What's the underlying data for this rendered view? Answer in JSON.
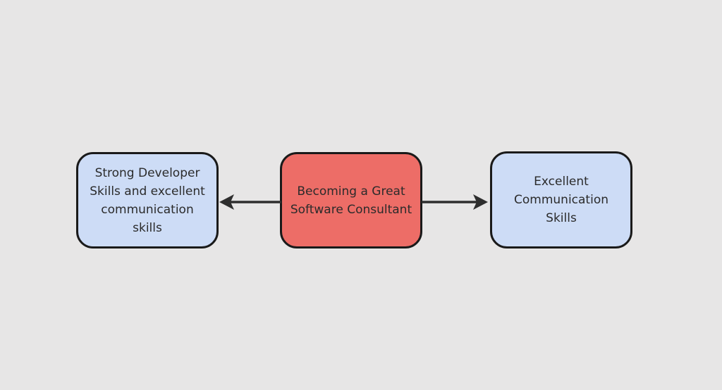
{
  "diagram": {
    "colors": {
      "background": "#e7e6e6",
      "node_border": "#1a1a1a",
      "arrow": "#2e2e2e",
      "text": "#2b2b2b",
      "blue_fill": "#cddcf6",
      "red_fill": "#ed6d67"
    },
    "nodes": {
      "left": {
        "lines": [
          "Strong Developer",
          "Skills and excellent",
          "communication skills"
        ]
      },
      "center": {
        "lines": [
          "Becoming a Great",
          "Software Consultant"
        ]
      },
      "right": {
        "lines": [
          "Excellent",
          "Communication Skills"
        ]
      }
    },
    "edges": [
      {
        "from": "center",
        "to": "left",
        "direction": "left"
      },
      {
        "from": "center",
        "to": "right",
        "direction": "right"
      }
    ]
  }
}
